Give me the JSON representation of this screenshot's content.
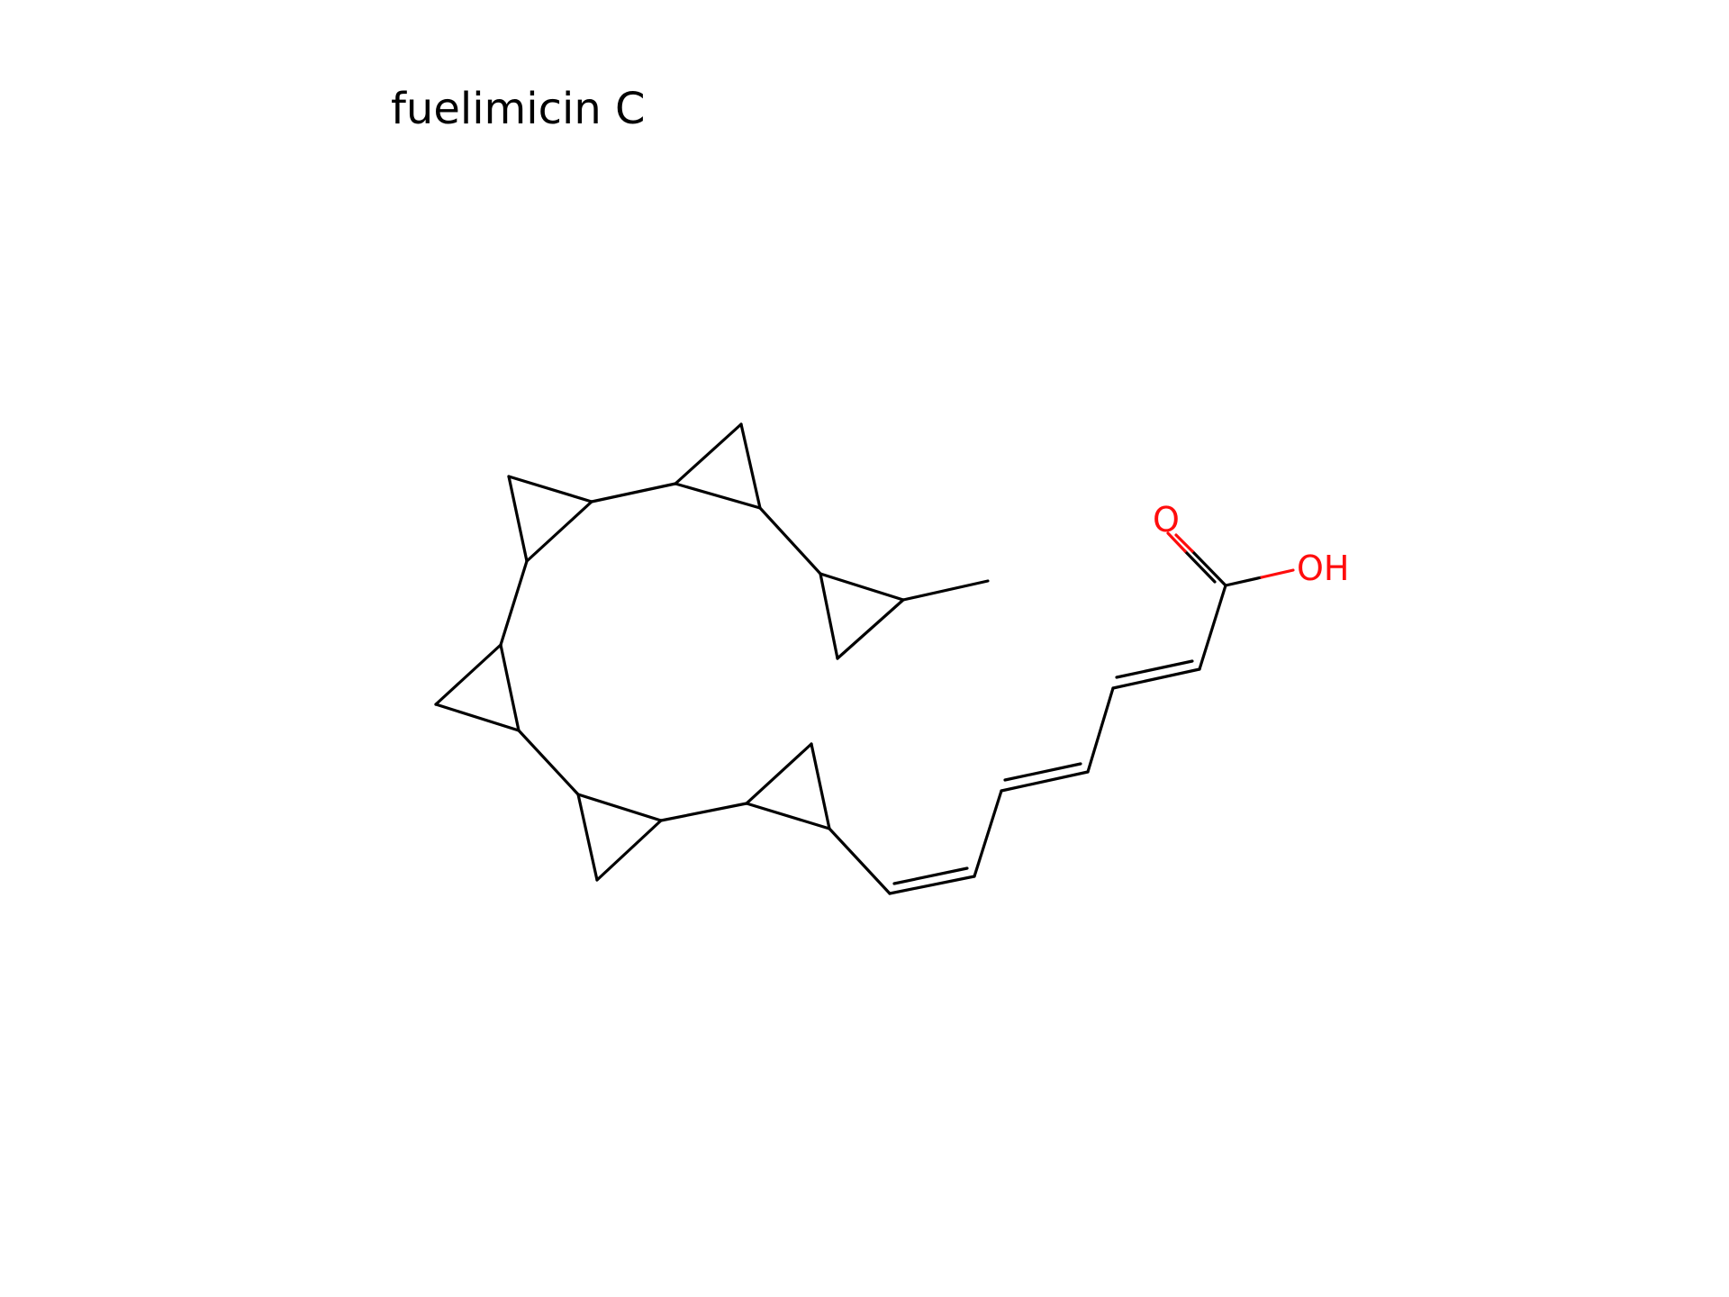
{
  "title": "fuelimicin C",
  "atoms": {
    "carbonyl_oxygen": "O",
    "hydroxyl": "OH"
  },
  "colors": {
    "bond": "#000000",
    "heteroatom": "#ff0d0d",
    "background": "#ffffff"
  }
}
